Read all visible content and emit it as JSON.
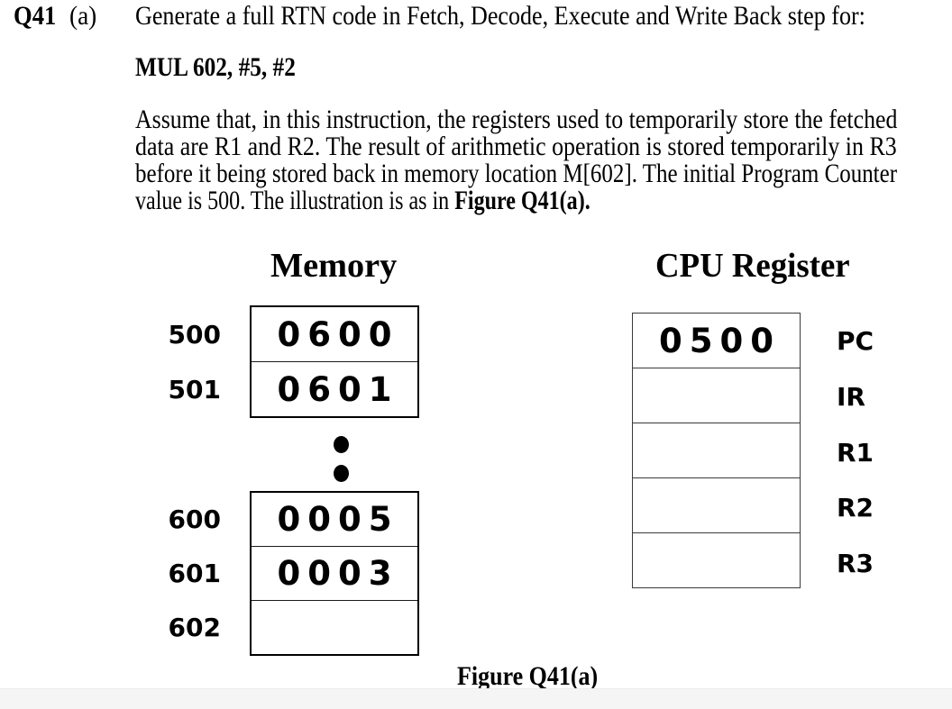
{
  "question": {
    "number": "Q41",
    "part": "(a)",
    "prompt": "Generate a full RTN code in Fetch, Decode, Execute and Write Back step for:",
    "instruction": "MUL 602, #5, #2",
    "body_lines": [
      "Assume that, in this instruction, the registers used to temporarily store the fetched",
      "data are R1 and R2. The result of arithmetic operation is stored temporarily in R3",
      "before it being stored back in memory location M[602]. The initial Program Counter"
    ],
    "body_last_line_regular": "value is 500. The illustration is as in ",
    "body_last_line_bold": "Figure Q41(a)."
  },
  "figure": {
    "memory": {
      "title": "Memory",
      "upper_cells": [
        {
          "address": "500",
          "value": "0600"
        },
        {
          "address": "501",
          "value": "0601"
        }
      ],
      "ellipsis_icon": "vertical-ellipsis",
      "lower_cells": [
        {
          "address": "600",
          "value": "0005"
        },
        {
          "address": "601",
          "value": "0003"
        },
        {
          "address": "602",
          "value": ""
        }
      ]
    },
    "cpu_register": {
      "title": "CPU Register",
      "rows": [
        {
          "label": "PC",
          "value": "0500"
        },
        {
          "label": "IR",
          "value": ""
        },
        {
          "label": "R1",
          "value": ""
        },
        {
          "label": "R2",
          "value": ""
        },
        {
          "label": "R3",
          "value": ""
        }
      ]
    },
    "caption": "Figure Q41(a)"
  },
  "colors": {
    "text": "#000000",
    "memory_border": "#000000",
    "register_border": "#3a3a3a",
    "background": "#ffffff",
    "footer_band": "#f5f5f5"
  }
}
